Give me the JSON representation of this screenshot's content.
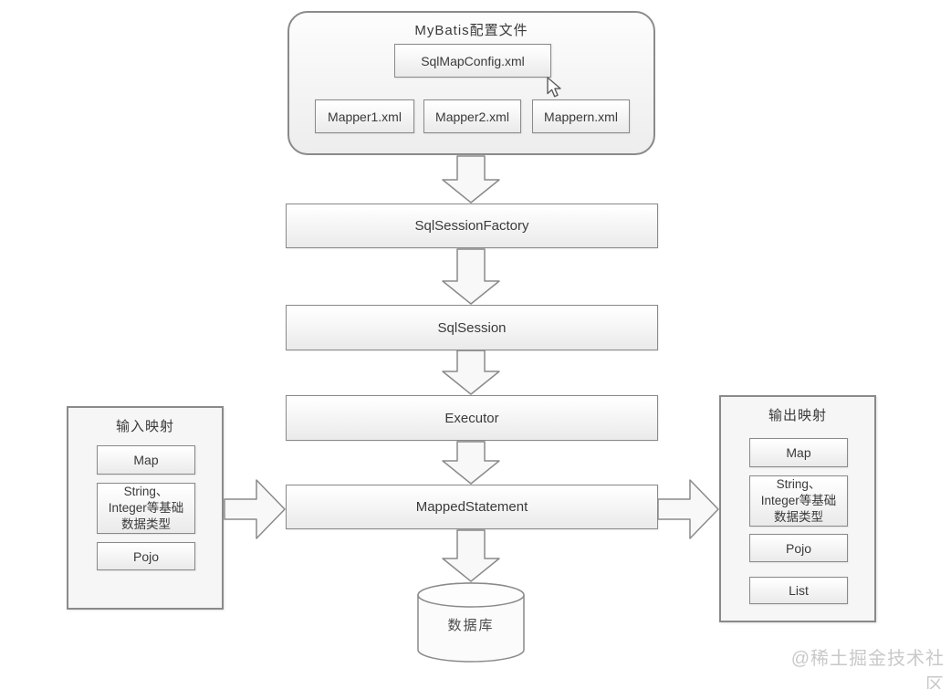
{
  "config_group": {
    "title": "MyBatis配置文件",
    "main_file": "SqlMapConfig.xml",
    "mappers": [
      "Mapper1.xml",
      "Mapper2.xml",
      "Mappern.xml"
    ]
  },
  "flow": {
    "nodes": [
      "SqlSessionFactory",
      "SqlSession",
      "Executor",
      "MappedStatement"
    ]
  },
  "database_label": "数据库",
  "input_mapping": {
    "title": "输入映射",
    "items": [
      "Map",
      "String、\nInteger等基础\n数据类型",
      "Pojo"
    ]
  },
  "output_mapping": {
    "title": "输出映射",
    "items": [
      "Map",
      "String、\nInteger等基础\n数据类型",
      "Pojo",
      "List"
    ]
  },
  "watermark": "@稀土掘金技术社区",
  "colors": {
    "box_border": "#8a8a8a",
    "box_fill_top": "#fefefe",
    "box_fill_bottom": "#eaeaea",
    "text": "#3a3a3a",
    "watermark": "#c9c9c9",
    "background": "#ffffff"
  }
}
